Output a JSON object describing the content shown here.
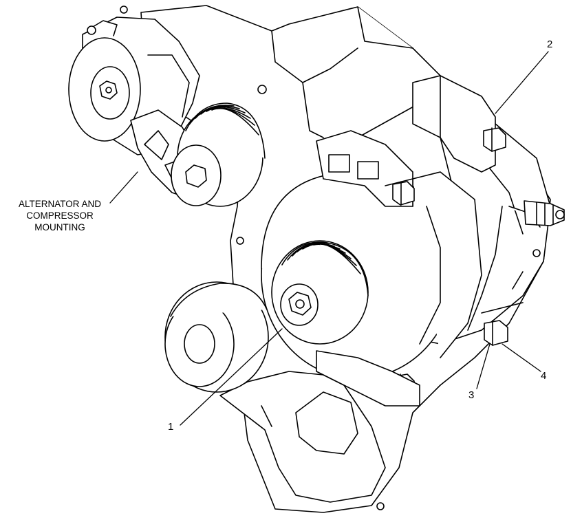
{
  "diagram": {
    "callouts": {
      "one": "1",
      "two": "2",
      "three": "3",
      "four": "4"
    },
    "mounting_label": {
      "line1": "ALTERNATOR AND",
      "line2": "COMPRESSOR",
      "line3": "MOUNTING"
    }
  }
}
